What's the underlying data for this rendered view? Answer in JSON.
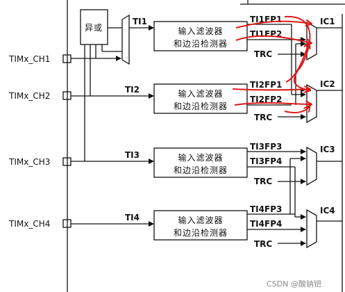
{
  "xor_label": "异或",
  "ti": [
    "TI1",
    "TI2",
    "TI3",
    "TI4"
  ],
  "channels": [
    "TIMx_CH1",
    "TIMx_CH2",
    "TIMx_CH3",
    "TIMx_CH4"
  ],
  "filter_box": {
    "line1": "输入滤波器",
    "line2": "和边沿检测器"
  },
  "fp": [
    [
      "TI1FP1",
      "TI1FP2"
    ],
    [
      "TI2FP1",
      "TI2FP2"
    ],
    [
      "TI3FP3",
      "TI3FP4"
    ],
    [
      "TI4FP3",
      "TI4FP4"
    ]
  ],
  "ic": [
    "IC1",
    "IC2",
    "IC3",
    "IC4"
  ],
  "trc": "TRC",
  "watermark": "CSDN @酸钠钯",
  "colors": {
    "annotation": "#e01818",
    "wire": "#111111"
  }
}
